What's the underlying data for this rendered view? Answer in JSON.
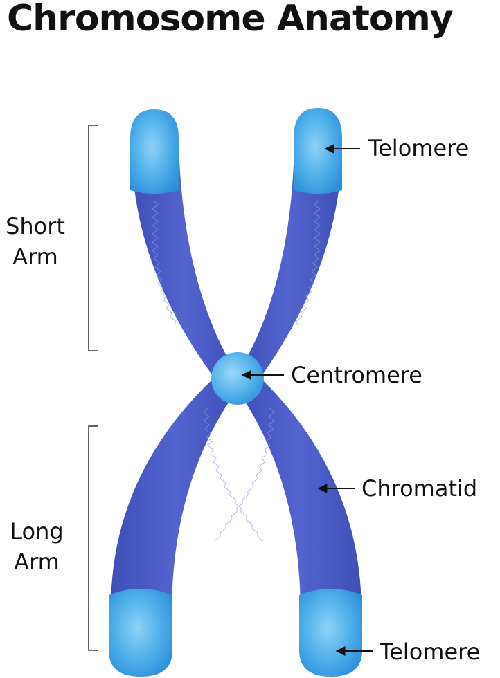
{
  "title": "Chromosome Anatomy",
  "colors": {
    "chromatid": "#4a5bc6",
    "telomere": "#3fa6e6",
    "centromere": "#4fb0e8",
    "background": "#ffffff",
    "text": "#111111"
  },
  "brackets": {
    "short_arm": {
      "line1": "Short",
      "line2": "Arm"
    },
    "long_arm": {
      "line1": "Long",
      "line2": "Arm"
    }
  },
  "labels": {
    "telomere_top": "Telomere",
    "centromere": "Centromere",
    "chromatid": "Chromatid",
    "telomere_bottom": "Telomere"
  }
}
